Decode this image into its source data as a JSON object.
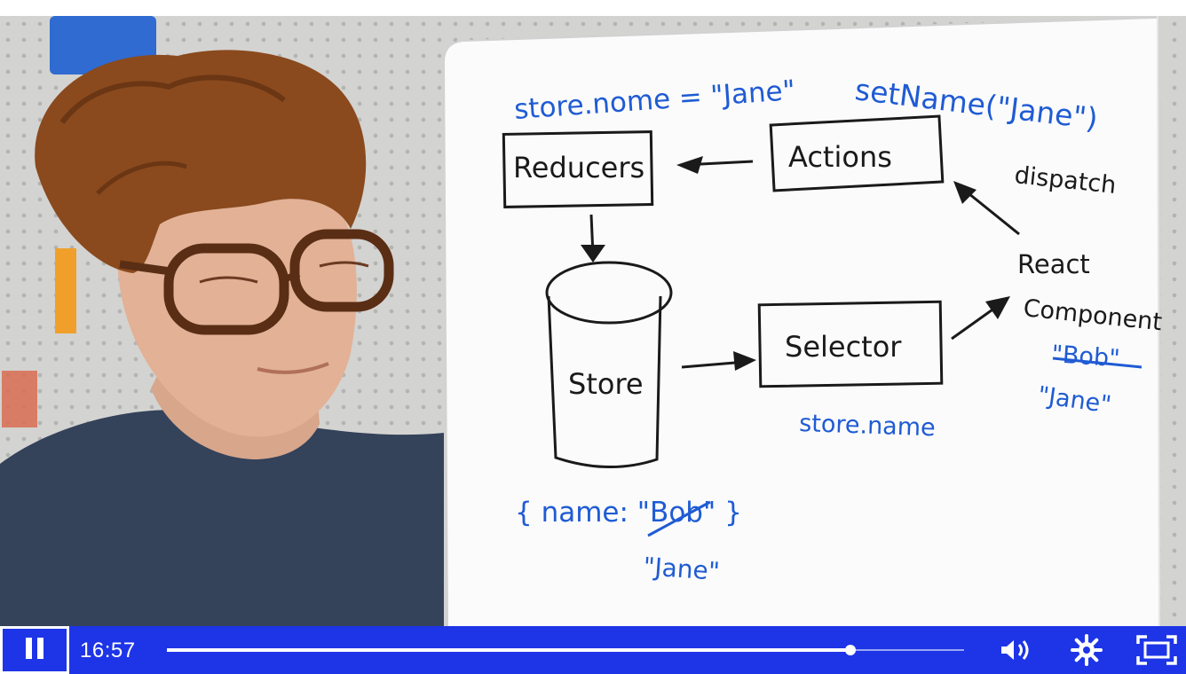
{
  "player": {
    "colors": {
      "control_bar": "#1d35e6",
      "icon": "#ffffff"
    },
    "controls": {
      "pause_icon": "pause-icon",
      "current_time": "16:57",
      "progress": 0.857,
      "volume_icon": "volume-icon",
      "settings_icon": "gear-icon",
      "fullscreen_icon": "fullscreen-icon"
    }
  },
  "whiteboard": {
    "ink_colors": {
      "blue": "#1f5bd4",
      "black": "#1a1a1a"
    },
    "top_left_note": "store.nome = \"Jane\"",
    "top_right_note": "setName(\"Jane\")",
    "boxes": {
      "reducers": "Reducers",
      "actions": "Actions",
      "store": "Store",
      "selector": "Selector"
    },
    "dispatch_label": "dispatch",
    "react_component_label": [
      "React",
      "Component"
    ],
    "selector_caption": "store.name",
    "component_old_value": "\"Bob\"",
    "component_new_value": "\"Jane\"",
    "store_state": "{ name: \"Bob\" }",
    "store_state_old_value": "Bob",
    "store_new_value": "\"Jane\""
  }
}
